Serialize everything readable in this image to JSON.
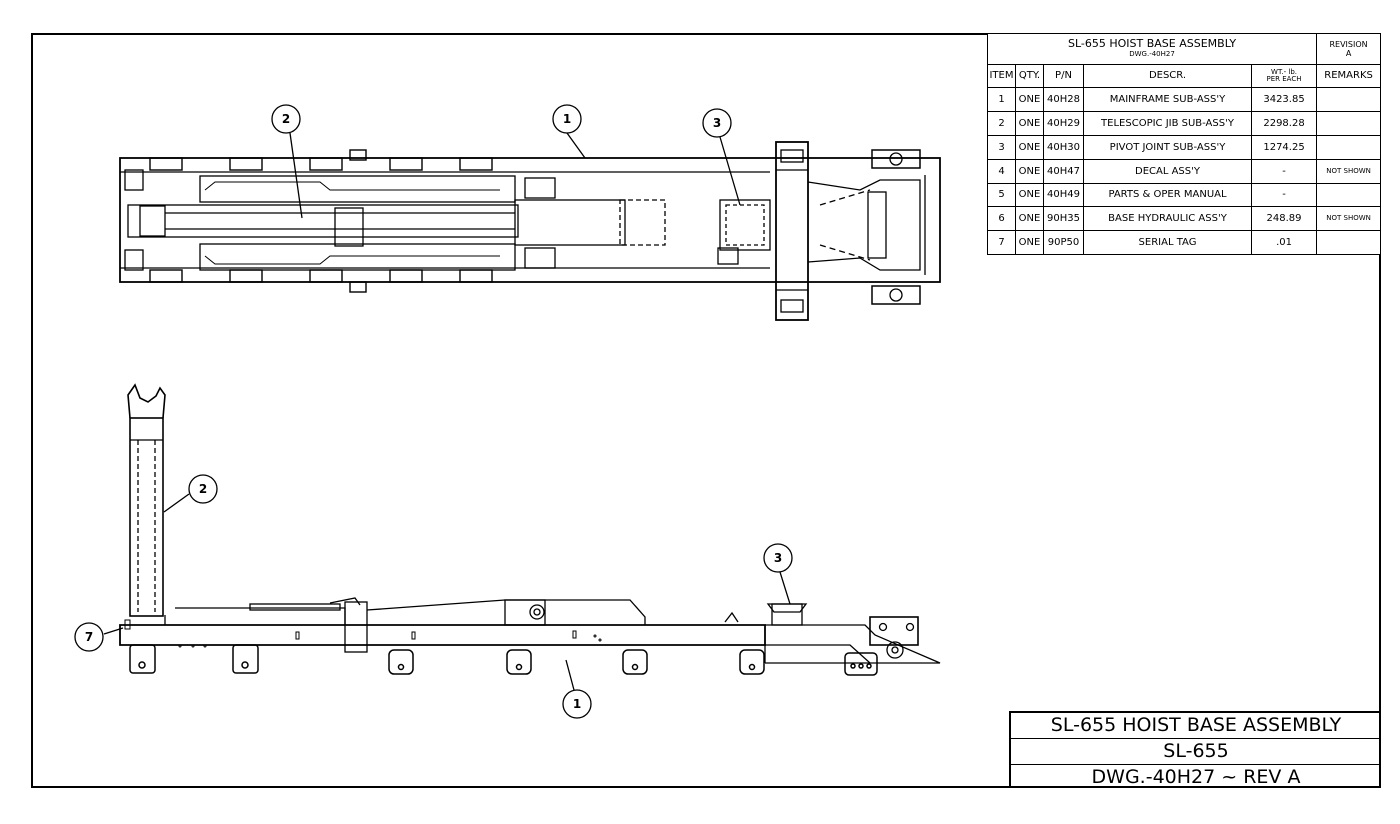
{
  "bom": {
    "title": "SL-655 HOIST BASE ASSEMBLY",
    "dwg": "DWG.-40H27",
    "revision_label": "REVISION",
    "revision_value": "A",
    "headers": {
      "item": "ITEM",
      "qty": "QTY.",
      "pn": "P/N",
      "descr": "DESCR.",
      "wt": "WT.- lb.",
      "wt_sub": "PER EACH",
      "remarks": "REMARKS"
    },
    "rows": [
      {
        "item": "1",
        "qty": "ONE",
        "pn": "40H28",
        "descr": "MAINFRAME SUB-ASS'Y",
        "wt": "3423.85",
        "remarks": ""
      },
      {
        "item": "2",
        "qty": "ONE",
        "pn": "40H29",
        "descr": "TELESCOPIC JIB SUB-ASS'Y",
        "wt": "2298.28",
        "remarks": ""
      },
      {
        "item": "3",
        "qty": "ONE",
        "pn": "40H30",
        "descr": "PIVOT JOINT SUB-ASS'Y",
        "wt": "1274.25",
        "remarks": ""
      },
      {
        "item": "4",
        "qty": "ONE",
        "pn": "40H47",
        "descr": "DECAL ASS'Y",
        "wt": "-",
        "remarks": "NOT SHOWN"
      },
      {
        "item": "5",
        "qty": "ONE",
        "pn": "40H49",
        "descr": "PARTS & OPER MANUAL",
        "wt": "-",
        "remarks": ""
      },
      {
        "item": "6",
        "qty": "ONE",
        "pn": "90H35",
        "descr": "BASE HYDRAULIC ASS'Y",
        "wt": "248.89",
        "remarks": "NOT SHOWN"
      },
      {
        "item": "7",
        "qty": "ONE",
        "pn": "90P50",
        "descr": "SERIAL TAG",
        "wt": ".01",
        "remarks": ""
      }
    ]
  },
  "title_block": {
    "line1": "SL-655 HOIST BASE ASSEMBLY",
    "line2": "SL-655",
    "line3": "DWG.-40H27 ~ REV A"
  },
  "balloons": {
    "top_view": [
      "2",
      "1",
      "3"
    ],
    "side_view": [
      "2",
      "3",
      "7",
      "1"
    ]
  }
}
